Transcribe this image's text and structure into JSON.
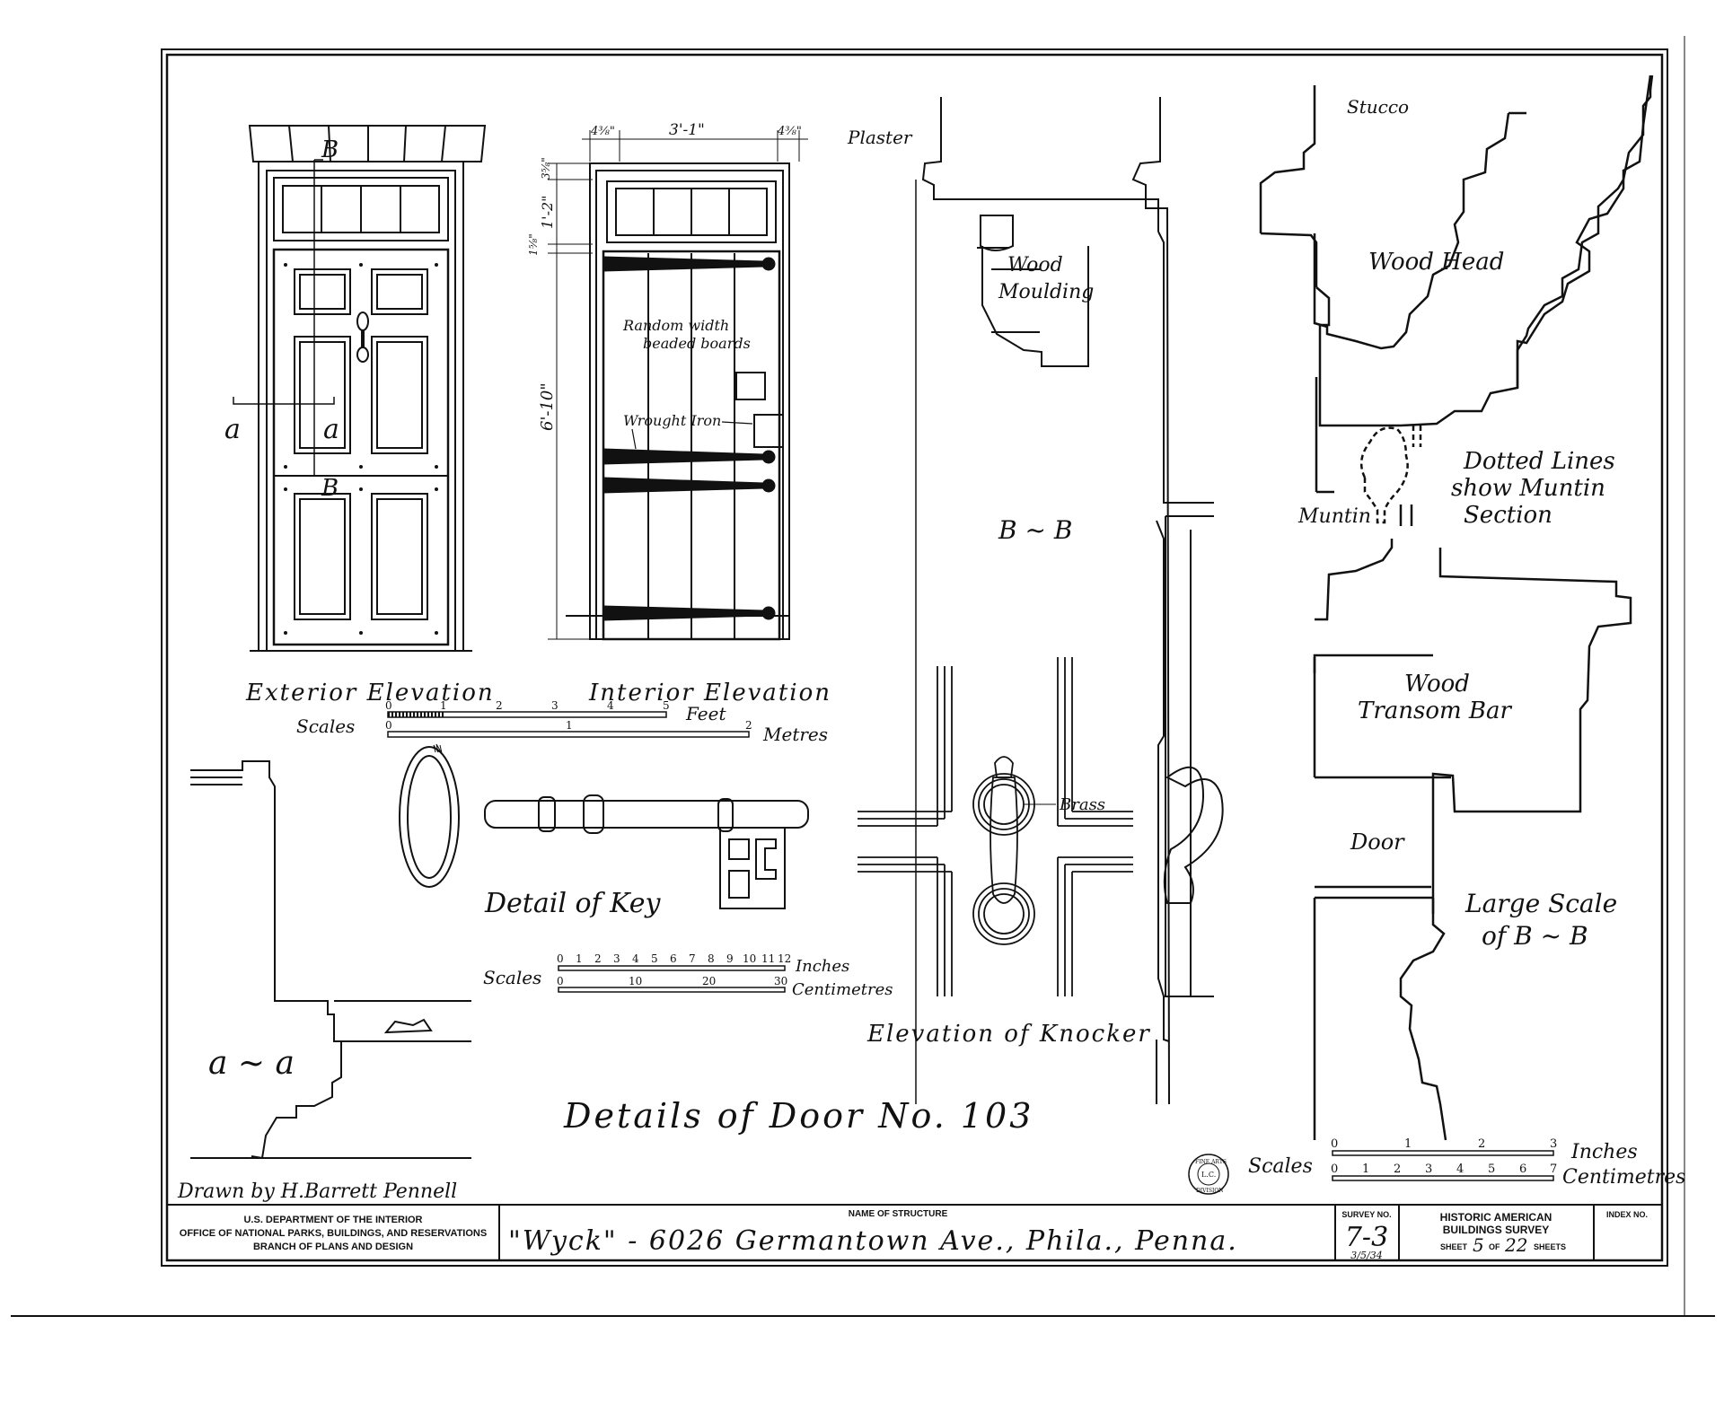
{
  "title": "Details of Door No. 103",
  "drawn_by": "Drawn by H.Barrett Pennell",
  "labels": {
    "exterior_elevation": "Exterior Elevation",
    "interior_elevation": "Interior Elevation",
    "b_b": "B ~ B",
    "a_a": "a ~ a",
    "section_a": "a",
    "section_b": "B",
    "detail_of_key": "Detail of Key",
    "elevation_of_knocker": "Elevation of Knocker",
    "large_scale": [
      "Large Scale",
      "of B ~ B"
    ],
    "plaster": "Plaster",
    "stucco": "Stucco",
    "wood_moulding": [
      "Wood",
      "Moulding"
    ],
    "wood_head": "Wood Head",
    "dotted_lines": [
      "Dotted Lines",
      "show Muntin",
      "Section"
    ],
    "muntin": "Muntin",
    "wood_transom_bar": [
      "Wood",
      "Transom Bar"
    ],
    "door": "Door",
    "brass": "Brass",
    "random_width": [
      "Random width",
      "beaded boards"
    ],
    "wrought_iron": "Wrought Iron"
  },
  "dimensions": {
    "width": "3'-1\"",
    "left_jamb": "4⅜\"",
    "right_jamb": "4⅜\"",
    "height": "6'-10\"",
    "transom": "1'-2\"",
    "top": "3⅝\"",
    "bar": "1⅝\""
  },
  "scales": {
    "label": "Scales",
    "feet_ticks": [
      "0",
      "1",
      "2",
      "3",
      "4",
      "5"
    ],
    "feet_unit": "Feet",
    "metres_ticks": [
      "0",
      "1",
      "2"
    ],
    "metres_unit": "Metres",
    "inches12_ticks": [
      "0",
      "1",
      "2",
      "3",
      "4",
      "5",
      "6",
      "7",
      "8",
      "9",
      "10",
      "11",
      "12"
    ],
    "inches_unit": "Inches",
    "cm30_ticks": [
      "0",
      "10",
      "20",
      "30"
    ],
    "centimetres_unit": "Centimetres",
    "inches3_ticks": [
      "0",
      "1",
      "2",
      "3"
    ],
    "cm7_ticks": [
      "0",
      "1",
      "2",
      "3",
      "4",
      "5",
      "6",
      "7"
    ]
  },
  "stamp": [
    "FINE ARTS",
    "L.C.",
    "DIVISION"
  ],
  "title_block": {
    "agency": [
      "U.S. DEPARTMENT OF THE INTERIOR",
      "OFFICE OF NATIONAL PARKS, BUILDINGS, AND RESERVATIONS",
      "BRANCH OF PLANS AND DESIGN"
    ],
    "name_of_structure_label": "NAME OF STRUCTURE",
    "name_of_structure": "\"Wyck\" - 6026 Germantown Ave., Phila., Penna.",
    "survey_no_label": "SURVEY NO.",
    "survey_no": "7-3",
    "survey_date": "3/5/34",
    "habs": [
      "HISTORIC AMERICAN",
      "BUILDINGS SURVEY"
    ],
    "sheet_prefix": "SHEET",
    "sheet_no": "5",
    "sheet_of": "OF",
    "sheet_total": "22",
    "sheet_suffix": "SHEETS",
    "index_no_label": "INDEX NO."
  }
}
